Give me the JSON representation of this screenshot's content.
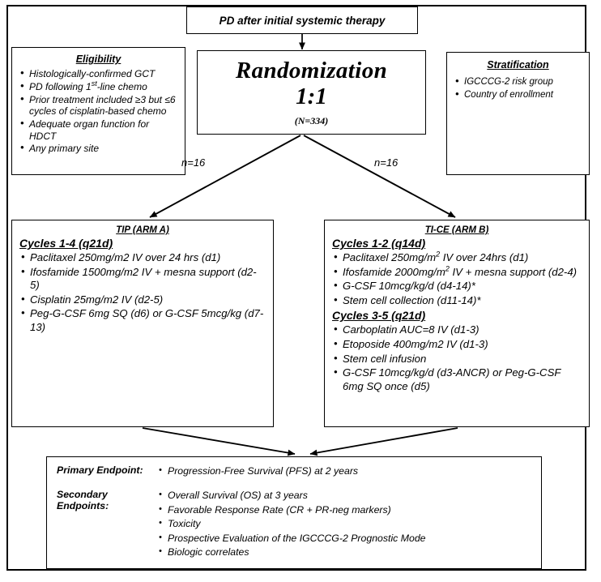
{
  "top_box": {
    "text": "PD after initial systemic therapy"
  },
  "eligibility": {
    "title": "Eligibility",
    "items": [
      "Histologically-confirmed GCT",
      "PD following 1st-line chemo",
      "Prior treatment included ≥3 but ≤6 cycles of cisplatin-based chemo",
      "Adequate organ function for HDCT",
      "Any primary site"
    ]
  },
  "randomization": {
    "line1": "Randomization",
    "line2": "1:1",
    "n_text": "(N=334)"
  },
  "stratification": {
    "title": "Stratification",
    "items": [
      "IGCCCG-2 risk group",
      "Country of enrollment"
    ]
  },
  "arrows": {
    "left_label": "n=16",
    "right_label": "n=16"
  },
  "arm_a": {
    "title": "TIP (ARM A)",
    "cycles_header": "Cycles 1-4 (q21d)",
    "items": [
      "Paclitaxel 250mg/m2 IV over 24 hrs (d1)",
      "Ifosfamide 1500mg/m2 IV + mesna support (d2-5)",
      "Cisplatin 25mg/m2 IV (d2-5)",
      "Peg-G-CSF 6mg SQ (d6) or G-CSF 5mcg/kg (d7-13)"
    ]
  },
  "arm_b": {
    "title": "TI-CE  (ARM B)",
    "cycles_1_header": "Cycles 1-2 (q14d)",
    "cycles_1_items": [
      "Paclitaxel 250mg/m² IV over 24hrs (d1)",
      "Ifosfamide 2000mg/m² IV + mesna support (d2-4)",
      "G-CSF 10mcg/kg/d (d4-14)*",
      "Stem cell collection (d11-14)*"
    ],
    "cycles_2_header": "Cycles 3-5 (q21d)",
    "cycles_2_items": [
      "Carboplatin AUC=8 IV (d1-3)",
      "Etoposide 400mg/m2 IV (d1-3)",
      "Stem cell infusion",
      "G-CSF 10mcg/kg/d (d3-ANCR) or Peg-G-CSF 6mg SQ once (d5)"
    ]
  },
  "endpoints": {
    "primary_label": "Primary Endpoint:",
    "primary_items": [
      "Progression-Free Survival (PFS) at 2 years"
    ],
    "secondary_label": "Secondary Endpoints:",
    "secondary_items": [
      "Overall Survival (OS) at 3 years",
      "Favorable Response Rate (CR + PR-neg markers)",
      "Toxicity",
      "Prospective Evaluation of the IGCCCG-2 Prognostic Mode",
      "Biologic correlates"
    ]
  },
  "colors": {
    "stroke": "#000000",
    "background": "#ffffff"
  }
}
